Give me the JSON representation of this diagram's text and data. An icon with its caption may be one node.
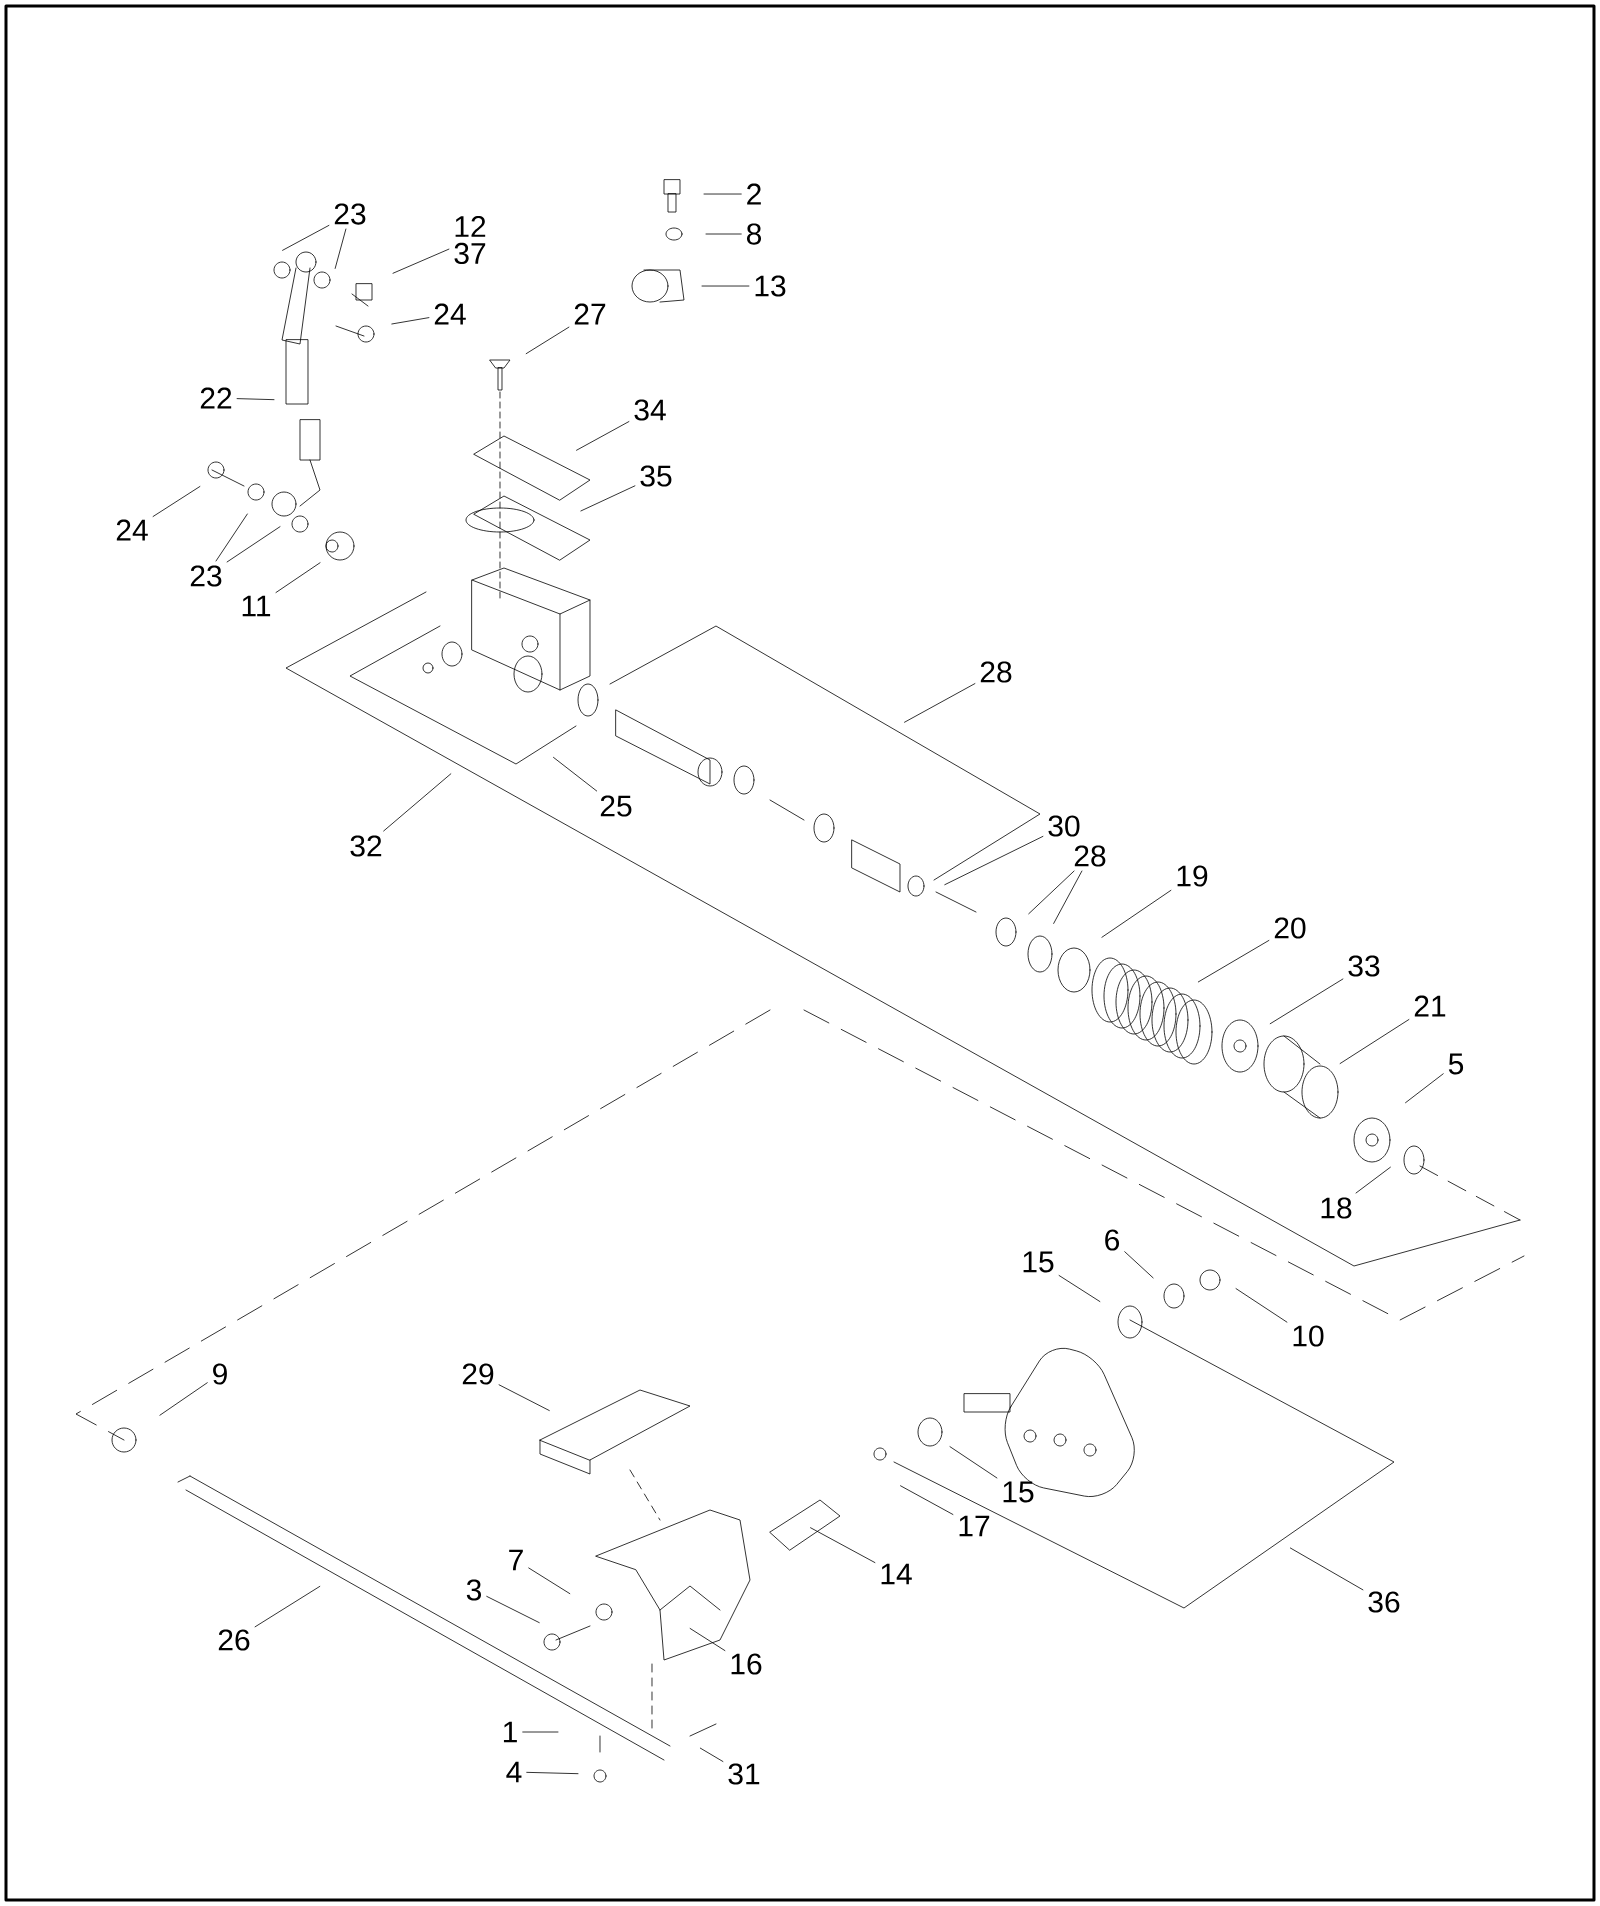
{
  "diagram": {
    "nodes": [
      {
        "text": [
          "2"
        ]
      },
      {
        "text": [
          "8"
        ]
      },
      {
        "text": [
          "12",
          "37"
        ]
      },
      {
        "text": [
          "23"
        ]
      },
      {
        "text": [
          "24"
        ]
      },
      {
        "text": [
          "22"
        ]
      },
      {
        "text": [
          "24"
        ]
      },
      {
        "text": [
          "23"
        ]
      },
      {
        "text": [
          "11"
        ]
      },
      {
        "text": [
          "13"
        ]
      },
      {
        "text": [
          "27"
        ]
      },
      {
        "text": [
          "34"
        ]
      },
      {
        "text": [
          "35"
        ]
      },
      {
        "text": [
          "28"
        ]
      },
      {
        "text": [
          "25"
        ]
      },
      {
        "text": [
          "32"
        ]
      },
      {
        "text": [
          "30"
        ]
      },
      {
        "text": [
          "28"
        ]
      },
      {
        "text": [
          "19"
        ]
      },
      {
        "text": [
          "20"
        ]
      },
      {
        "text": [
          "33"
        ]
      },
      {
        "text": [
          "21"
        ]
      },
      {
        "text": [
          "5"
        ]
      },
      {
        "text": [
          "18"
        ]
      },
      {
        "text": [
          "15"
        ]
      },
      {
        "text": [
          "6"
        ]
      },
      {
        "text": [
          "10"
        ]
      },
      {
        "text": [
          "9"
        ]
      },
      {
        "text": [
          "29"
        ]
      },
      {
        "text": [
          "15"
        ]
      },
      {
        "text": [
          "17"
        ]
      },
      {
        "text": [
          "14"
        ]
      },
      {
        "text": [
          "36"
        ]
      },
      {
        "text": [
          "7"
        ]
      },
      {
        "text": [
          "3"
        ]
      },
      {
        "text": [
          "26"
        ]
      },
      {
        "text": [
          "16"
        ]
      },
      {
        "text": [
          "1"
        ]
      },
      {
        "text": [
          "4"
        ]
      },
      {
        "text": [
          "31"
        ]
      }
    ],
    "edges": [
      {
        "from": 0,
        "to": null,
        "arrow": "none"
      },
      {
        "from": 1,
        "to": null,
        "arrow": "none"
      },
      {
        "from": 2,
        "to": null,
        "arrow": "none"
      },
      {
        "from": 3,
        "to": null,
        "arrow": "none"
      },
      {
        "from": 3,
        "to": null,
        "arrow": "none"
      },
      {
        "from": 4,
        "to": null,
        "arrow": "none"
      },
      {
        "from": 5,
        "to": null,
        "arrow": "none"
      },
      {
        "from": 6,
        "to": null,
        "arrow": "none"
      },
      {
        "from": 7,
        "to": null,
        "arrow": "none"
      },
      {
        "from": 7,
        "to": null,
        "arrow": "none"
      },
      {
        "from": 8,
        "to": null,
        "arrow": "none"
      },
      {
        "from": 9,
        "to": null,
        "arrow": "none"
      },
      {
        "from": 10,
        "to": null,
        "arrow": "none"
      },
      {
        "from": 11,
        "to": null,
        "arrow": "none"
      },
      {
        "from": 12,
        "to": null,
        "arrow": "none"
      },
      {
        "from": 13,
        "to": null,
        "arrow": "none"
      },
      {
        "from": 14,
        "to": null,
        "arrow": "none"
      },
      {
        "from": 15,
        "to": null,
        "arrow": "none"
      },
      {
        "from": 16,
        "to": null,
        "arrow": "none"
      },
      {
        "from": 17,
        "to": null,
        "arrow": "none"
      },
      {
        "from": 17,
        "to": null,
        "arrow": "none"
      },
      {
        "from": 18,
        "to": null,
        "arrow": "none"
      },
      {
        "from": 19,
        "to": null,
        "arrow": "none"
      },
      {
        "from": 20,
        "to": null,
        "arrow": "none"
      },
      {
        "from": 21,
        "to": null,
        "arrow": "none"
      },
      {
        "from": 22,
        "to": null,
        "arrow": "none"
      },
      {
        "from": 23,
        "to": null,
        "arrow": "none"
      },
      {
        "from": 24,
        "to": null,
        "arrow": "none"
      },
      {
        "from": 25,
        "to": null,
        "arrow": "none"
      },
      {
        "from": 26,
        "to": null,
        "arrow": "none"
      },
      {
        "from": 27,
        "to": null,
        "arrow": "none"
      },
      {
        "from": 28,
        "to": null,
        "arrow": "none"
      },
      {
        "from": 29,
        "to": null,
        "arrow": "none"
      },
      {
        "from": 30,
        "to": null,
        "arrow": "none"
      },
      {
        "from": 31,
        "to": null,
        "arrow": "none"
      },
      {
        "from": 32,
        "to": null,
        "arrow": "none"
      },
      {
        "from": 33,
        "to": null,
        "arrow": "none"
      },
      {
        "from": 34,
        "to": null,
        "arrow": "none"
      },
      {
        "from": 35,
        "to": null,
        "arrow": "none"
      },
      {
        "from": 36,
        "to": null,
        "arrow": "none"
      },
      {
        "from": 37,
        "to": null,
        "arrow": "none"
      },
      {
        "from": 38,
        "to": null,
        "arrow": "none"
      },
      {
        "from": 39,
        "to": null,
        "arrow": "none"
      }
    ]
  }
}
